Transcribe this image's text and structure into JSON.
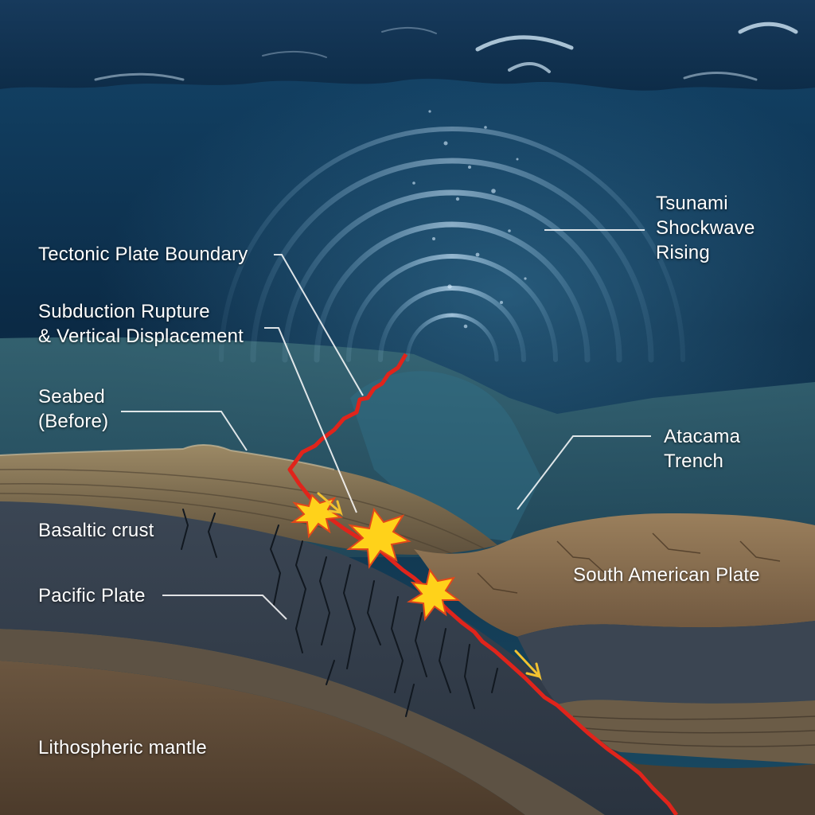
{
  "labels": {
    "tectonic_plate_boundary": "Tectonic Plate Boundary",
    "subduction_rupture": "Subduction Rupture\n& Vertical Displacement",
    "seabed_before": "Seabed\n(Before)",
    "basaltic_crust": "Basaltic crust",
    "pacific_plate": "Pacific Plate",
    "lithospheric_mantle": "Lithospheric mantle",
    "tsunami_shockwave": "Tsunami\nShockwave\nRising",
    "atacama_trench": "Atacama\nTrench",
    "south_american_plate": "South American Plate"
  },
  "colors": {
    "fault_line": "#e0241b",
    "rupture_burst": "#ffd21a",
    "motion_arrow": "#f2c230",
    "ocean_surface": "#0f3152",
    "deep_water": "#0a2236",
    "sediment": "#8b7a5c",
    "basalt": "#36404d",
    "continental_crust": "#8a6f4f"
  }
}
